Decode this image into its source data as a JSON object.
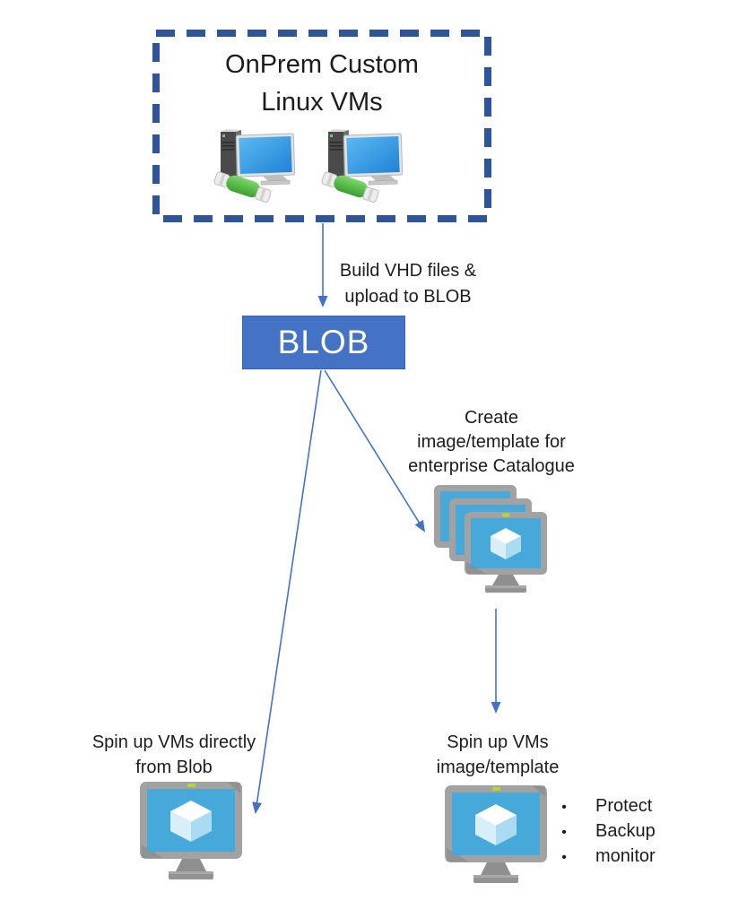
{
  "colors": {
    "dashed-border": "#2E5597",
    "blob-fill": "#4472C4",
    "arrow": "#4472C4",
    "vm-screen": "#47A8DA",
    "text": "#1c1c1c"
  },
  "diagram": {
    "onprem": {
      "title": "OnPrem Custom\nLinux VMs"
    },
    "build_arrow": {
      "label": "Build VHD files &\nupload to BLOB"
    },
    "blob": {
      "label": "BLOB"
    },
    "catalogue": {
      "label": "Create\nimage/template for\nenterprise Catalogue"
    },
    "spin_direct": {
      "label": "Spin up VMs directly\nfrom Blob"
    },
    "spin_template": {
      "label": "Spin up VMs\nimage/template"
    },
    "bullets": [
      "Protect",
      "Backup",
      "monitor"
    ]
  },
  "icons": {
    "onprem_machines": "desktop-computer-icon",
    "catalogue_stack": "vm-stack-icon",
    "vm_single": "azure-vm-icon"
  }
}
